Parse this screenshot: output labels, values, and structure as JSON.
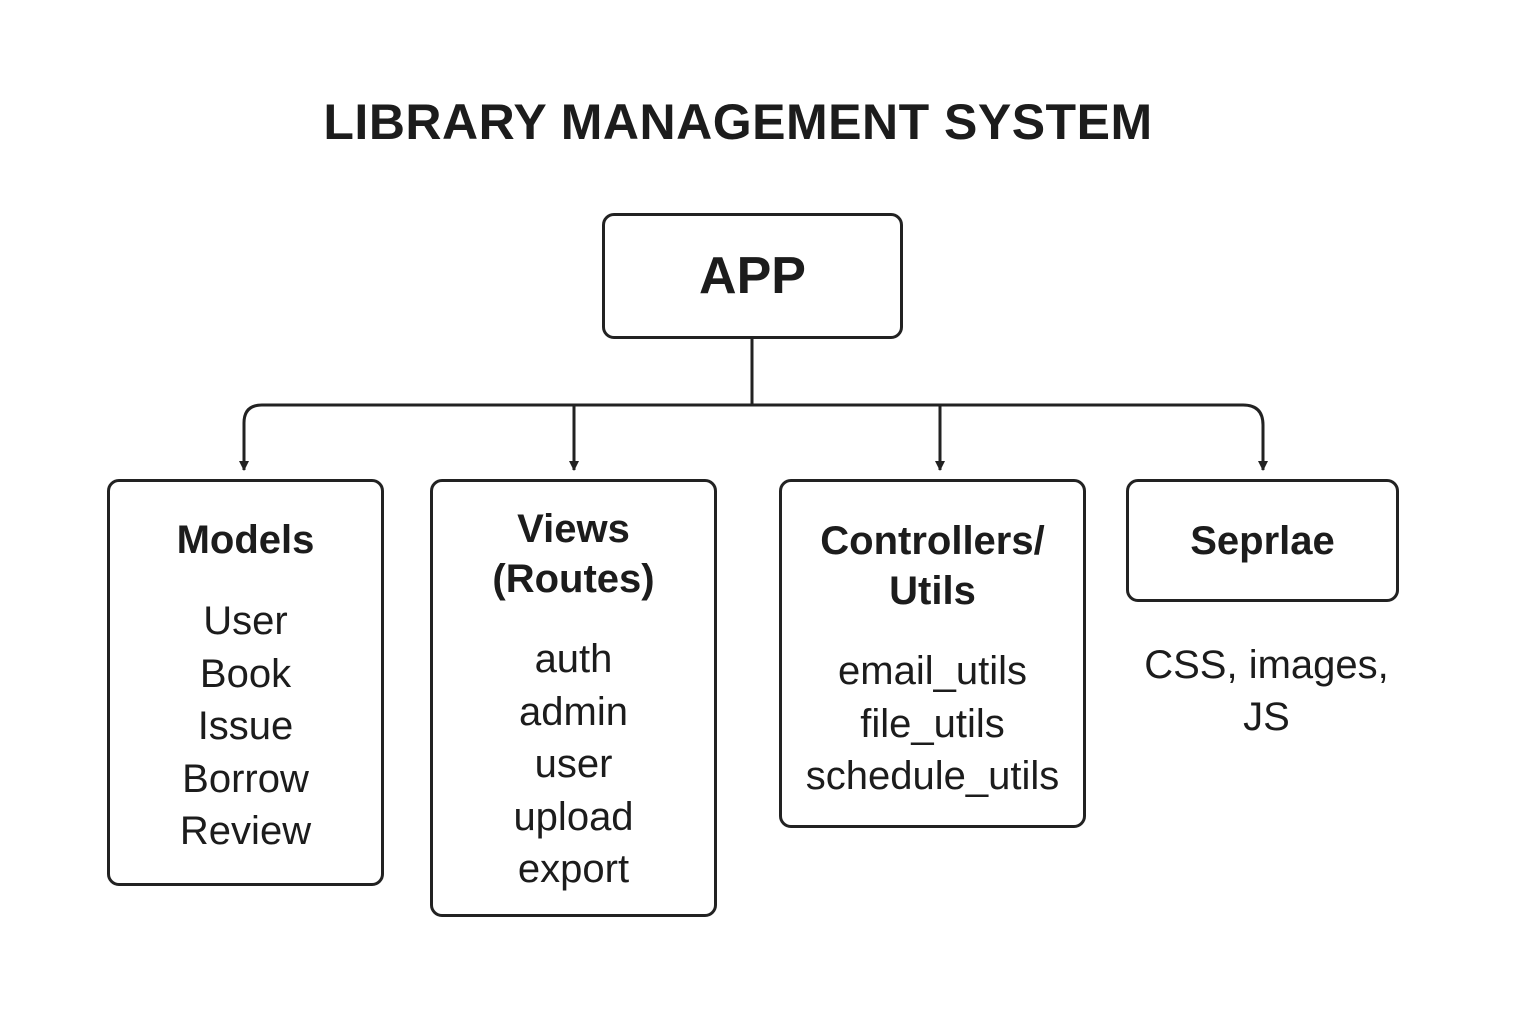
{
  "title": "LIBRARY MANAGEMENT SYSTEM",
  "root": {
    "label": "APP"
  },
  "children": [
    {
      "heading_lines": [
        "Models"
      ],
      "items": [
        "User",
        "Book",
        "Issue",
        "Borrow",
        "Review"
      ]
    },
    {
      "heading_lines": [
        "Views",
        "(Routes)"
      ],
      "items": [
        "auth",
        "admin",
        "user",
        "upload",
        "export"
      ]
    },
    {
      "heading_lines": [
        "Controllers/",
        "Utils"
      ],
      "items": [
        "email_utils",
        "file_utils",
        "schedule_utils"
      ]
    },
    {
      "heading_lines": [
        "Seprlae"
      ],
      "description_lines": [
        "CSS, images,",
        "JS"
      ]
    }
  ],
  "colors": {
    "line": "#222222",
    "text": "#1c1c1c",
    "background": "#ffffff"
  }
}
